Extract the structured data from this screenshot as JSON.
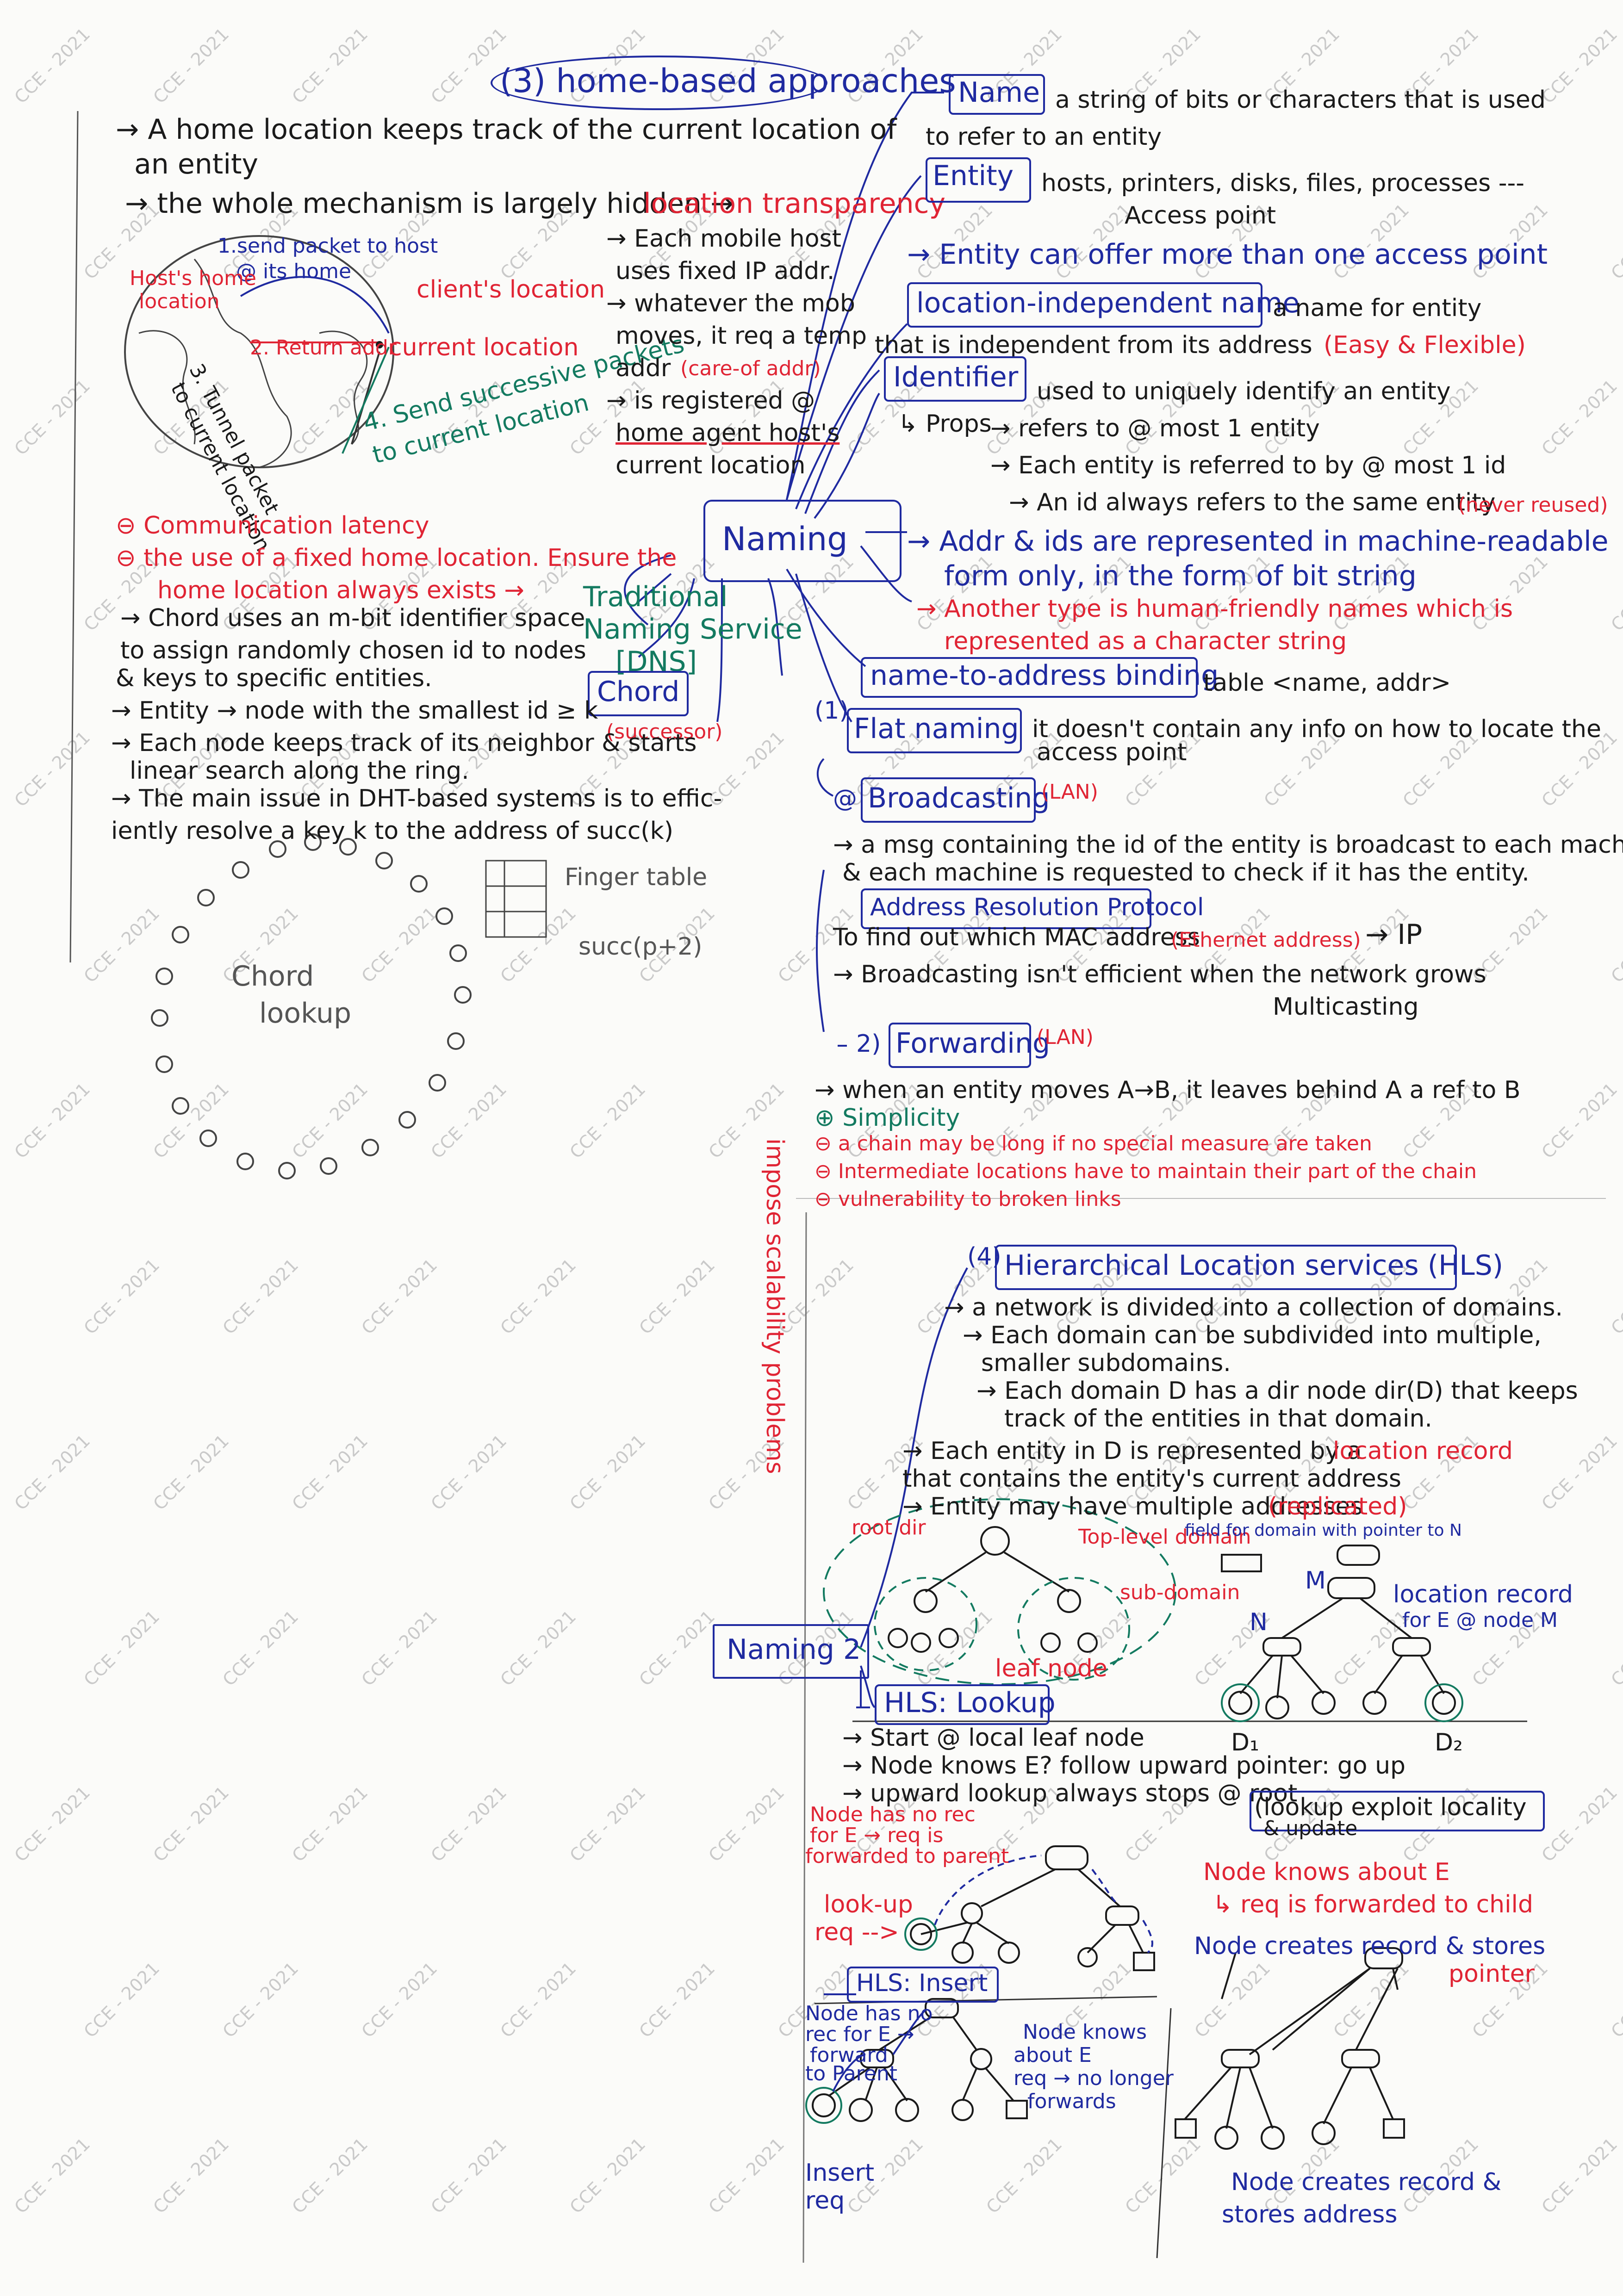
{
  "watermark_text": "CCE - 2021",
  "colors": {
    "blue_ink": "#1f2aa0",
    "red_ink": "#e02434",
    "black_ink": "#1a1a1a",
    "green_ink": "#137a60"
  },
  "home": {
    "title": "(3) home-based approaches",
    "line1": "→ A home location keeps track of the current location of",
    "line1b": "an entity",
    "line2": "→ the whole mechanism is largely hidden →",
    "transparency": "location transparency",
    "step1": "1.send packet to host",
    "step1b": "@ its home",
    "hosts_home": "Host's home",
    "hosts_home2": "location",
    "step2": "2. Return addr",
    "clients_location": "client's location",
    "current_location": "current location",
    "step3": "3. Tunnel packet",
    "step3b": "to current location",
    "step4": "4. Send successive packets",
    "step4b": "to current location",
    "mobile1": "→ Each mobile host",
    "mobile2": "uses fixed IP addr.",
    "mobile3": "→ whatever the mob",
    "mobile4": "moves, it req a temp",
    "mobile5": "addr",
    "careof": "(care-of addr)",
    "mobile6": "→ is registered @",
    "mobile7": "home agent host's",
    "mobile8": "current location",
    "con1": "⊖ Communication latency",
    "con2": "⊖ the use of a fixed home location. Ensure the",
    "con3": "home location   always exists →"
  },
  "naming": {
    "center": "Naming",
    "name_box": "Name",
    "name_desc1": "a string of bits or characters that is used",
    "name_desc2": "to refer to an entity",
    "entity_box": "Entity",
    "entity_desc1": "hosts, printers, disks, files, processes ---",
    "entity_desc2": "Access point",
    "access_point": "→ Entity can offer more than one access point",
    "lin_box": "location-independent name",
    "lin_desc1": "a name for entity",
    "lin_desc2": "that is independent from its address",
    "lin_easy": "(Easy & Flexible)",
    "identifier_box": "Identifier",
    "identifier_desc": "used to uniquely identify an entity",
    "props": "↳ Props",
    "prop1": "→ refers to @ most 1 entity",
    "prop2": "→ Each entity is referred to by @ most 1 id",
    "prop3": "→ An id always refers to the same entity",
    "never_reused": "(never reused)",
    "machine1": "→ Addr & ids are represented in machine-readable",
    "machine2": "form only, in the form of bit string",
    "human1": "→ Another type is human-friendly names which is",
    "human2": "represented as a character string",
    "binding_box": "name-to-address binding",
    "binding_desc": "table <name, addr>",
    "traditional1": "Traditional",
    "traditional2": "Naming Service",
    "dns": "[DNS]"
  },
  "chord": {
    "box": "Chord",
    "successor": "(successor)",
    "l1": "→ Chord uses an m-bit identifier space",
    "l2": "to assign randomly chosen id to nodes",
    "l3": "& keys to specific entities.",
    "l4": "→ Entity → node with the smallest id ≥ k",
    "l5": "→ Each node keeps track of its neighbor & starts",
    "l6": "linear search   along the ring.",
    "l7": "→ The main issue in DHT-based systems is to effic-",
    "l8": "iently resolve a key k to the address of succ(k)",
    "finger": "Finger table",
    "succ": "succ(p+2)",
    "lookup1": "Chord",
    "lookup2": "lookup"
  },
  "flat": {
    "box": "Flat naming",
    "num": "(1)",
    "desc1": "it doesn't contain any info on how to locate the",
    "desc2": "access point",
    "side": "impose scalability problems",
    "bc_box": "Broadcasting",
    "bc_num": "@",
    "lan1": "(LAN)",
    "bc1": "→ a msg containing the id of the entity is broadcast to each machine",
    "bc2": "& each machine is requested to check if it has the entity.",
    "arp_box": "Address Resolution Protocol",
    "arp1": "To find out which MAC address",
    "arp_eth": "(Ethernet address)",
    "arp_ip": "→ IP",
    "bc3": "→ Broadcasting isn't efficient when the network grows",
    "multicasting": "Multicasting",
    "fw_num": "2)",
    "fw_box": "Forwarding",
    "lan2": "(LAN)",
    "fw1": "→ when an entity moves A→B, it leaves behind A a ref to B",
    "fw2": "⊕ Simplicity",
    "fw3": "⊖ a chain may be long if no special measure are taken",
    "fw4": "⊖ Intermediate locations have to maintain their part of the chain",
    "fw5": "⊖ vulnerability to broken links"
  },
  "hls": {
    "num": "(4)",
    "box": "Hierarchical Location services (HLS)",
    "l1": "→ a network is divided into a collection of domains.",
    "l2": "→ Each domain can be subdivided into multiple,",
    "l3": "smaller subdomains.",
    "l4": "→ Each domain D has a dir node dir(D) that keeps",
    "l5": "track of the entities in that domain.",
    "l6": "→ Each entity in D is represented by a",
    "l6r": "location record",
    "l7": "that contains the entity's current address",
    "l8": "→ Entity may have multiple addresses",
    "l8r": "(replicated)",
    "root_dir": "root dir",
    "top_level": "Top-level domain",
    "sub_domain": "sub-domain",
    "leaf_node": "leaf node",
    "field": "field for domain with pointer to N",
    "loc_record": "location record",
    "loc_record2": "for E @ node M",
    "m": "M",
    "n": "N",
    "d1": "D₁",
    "d2": "D₂",
    "naming2": "Naming 2",
    "lookup_box": "HLS: Lookup",
    "lk1": "→ Start @ local leaf node",
    "lk2": "→ Node knows E? follow upward pointer: go up",
    "lk3": "→ upward lookup always stops @ root",
    "exploit": "(lookup exploit locality",
    "exploit2": "& update",
    "no_rec1": "Node has no rec",
    "no_rec2": "for E → req is",
    "no_rec3": "forwarded to parent",
    "lookup_req": "look-up",
    "lookup_req2": "req -->",
    "knows1": "Node knows about E",
    "knows2": "↳ req is forwarded to child",
    "insert_box": "HLS: Insert",
    "ins1": "Node has no",
    "ins2": "rec for E →",
    "ins3": "forward",
    "ins4": "to Parent",
    "ins_knows1": "Node knows",
    "ins_knows2": "about E",
    "ins_knows3": "req → no longer",
    "ins_knows4": "forwards",
    "insert_req": "Insert",
    "insert_req2": "req",
    "creates1": "Node creates record & stores",
    "pointer": "pointer",
    "creates2": "Node creates record &",
    "creates3": "stores address"
  }
}
